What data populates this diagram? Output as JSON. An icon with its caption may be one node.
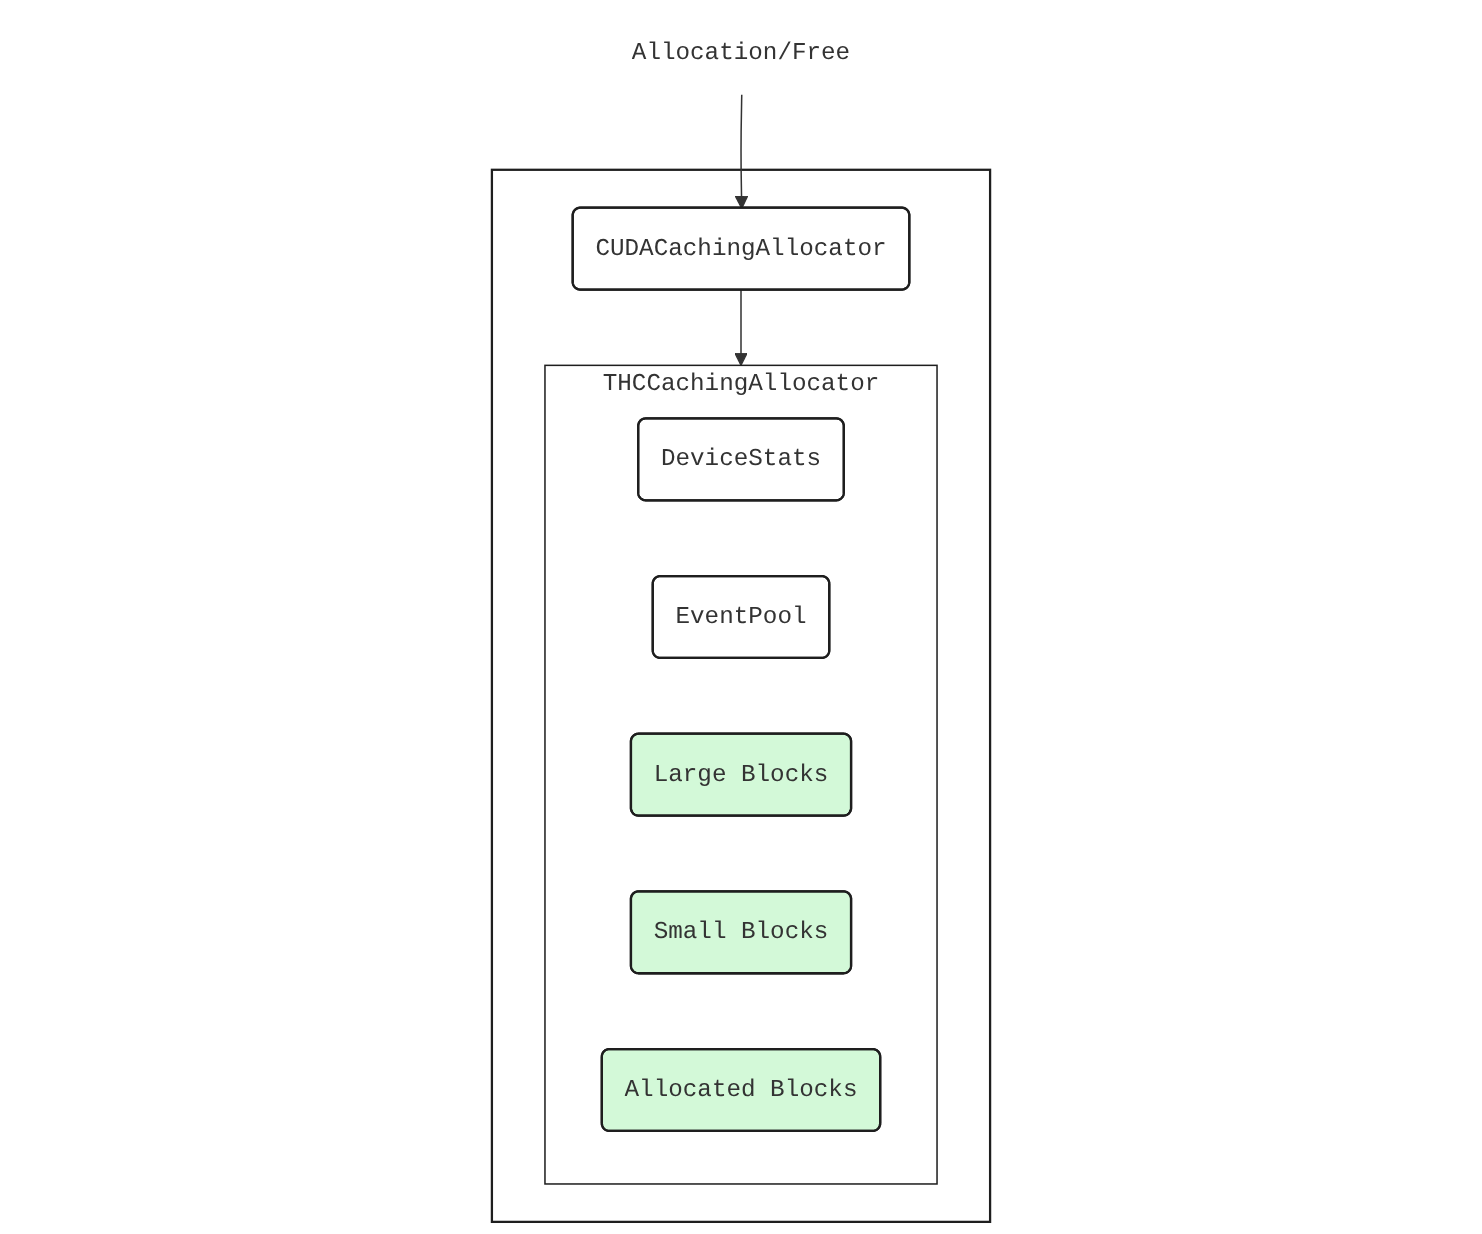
{
  "diagram": {
    "nodes": [
      {
        "text": [
          "Allocation/Free"
        ]
      },
      {
        "text": [],
        "shape": "box"
      },
      {
        "text": [
          "CUDACachingAllocator"
        ],
        "in": 1
      },
      {
        "text": [
          "THCCachingAllocator"
        ],
        "in": 1
      },
      {
        "text": [
          "DeviceStats"
        ],
        "in": 3
      },
      {
        "text": [
          "EventPool"
        ],
        "in": 3
      },
      {
        "text": [
          "Large Blocks"
        ],
        "in": 3
      },
      {
        "text": [
          "Small Blocks"
        ],
        "in": 3
      },
      {
        "text": [
          "Allocated Blocks"
        ],
        "in": 3
      }
    ],
    "edges": [
      {
        "from": 0,
        "to": 2,
        "arrow": "to"
      },
      {
        "from": 2,
        "to": 3,
        "arrow": "to"
      }
    ]
  }
}
